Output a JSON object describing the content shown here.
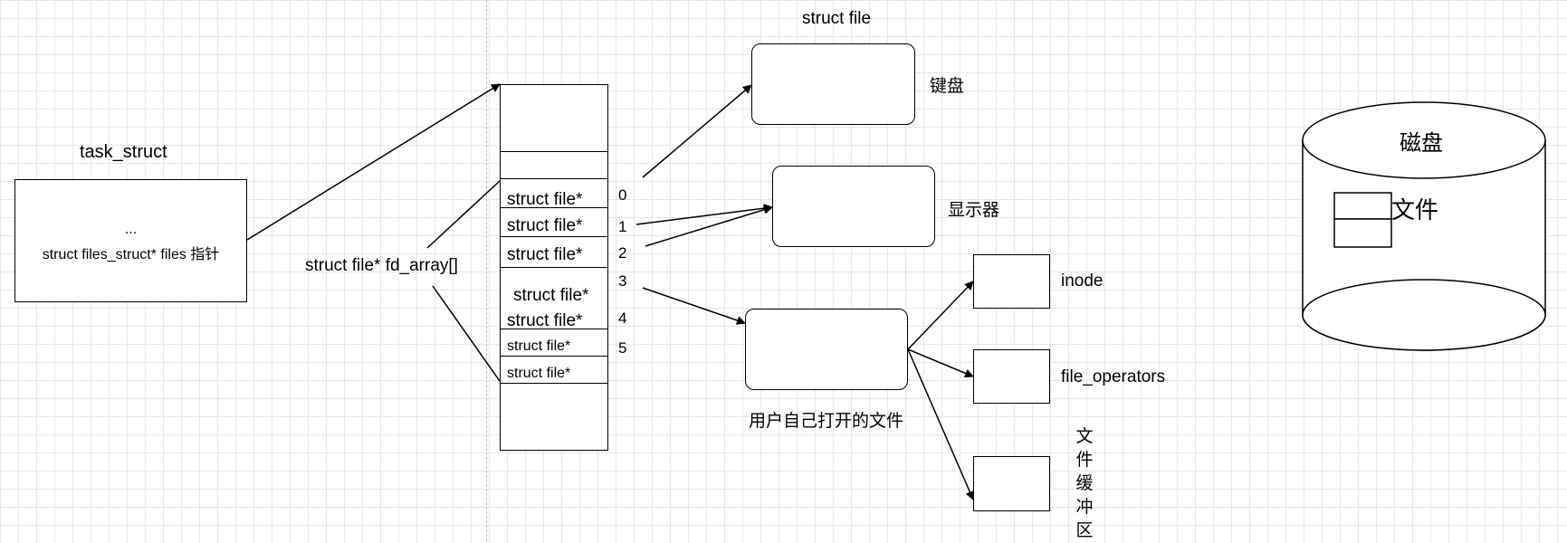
{
  "task_struct": {
    "title": "task_struct",
    "ellipsis": "...",
    "field": "struct files_struct* files 指针"
  },
  "fd_array_label": "struct file* fd_array[]",
  "fd_array": {
    "cells": [
      "struct file*",
      "struct file*",
      "struct file*",
      "struct file*",
      "struct file*",
      "struct file*",
      "struct file*"
    ],
    "indices": [
      "0",
      "1",
      "2",
      "3",
      "4",
      "5"
    ]
  },
  "struct_file_title": "struct file",
  "targets": {
    "keyboard": "键盘",
    "monitor": "显示器",
    "user_file": "用户自己打开的文件"
  },
  "components": {
    "inode": "inode",
    "file_operators": "file_operators",
    "file_buffer": [
      "文",
      "件",
      "缓",
      "冲",
      "区"
    ]
  },
  "disk": {
    "title": "磁盘",
    "file": "文件"
  }
}
